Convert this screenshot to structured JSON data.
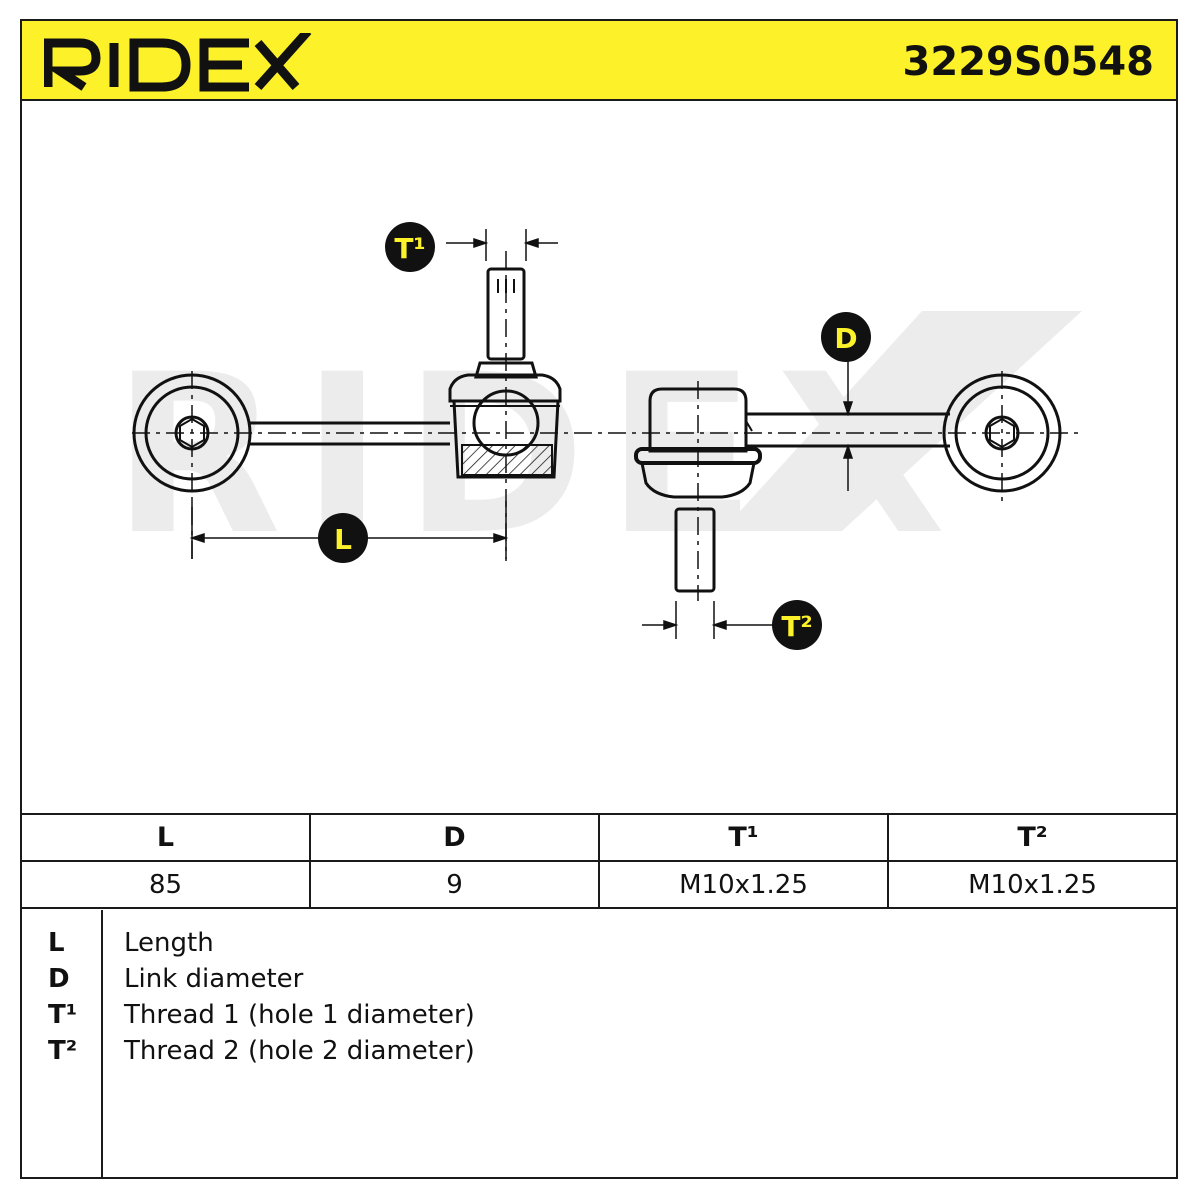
{
  "header": {
    "brand": "RIDEX",
    "part_number": "3229S0548"
  },
  "drawing": {
    "watermark": "RIDEX",
    "labels": {
      "t1": "T¹",
      "t2": "T²",
      "d": "D",
      "l": "L"
    }
  },
  "specs": {
    "headers": [
      "L",
      "D",
      "T¹",
      "T²"
    ],
    "values": [
      "85",
      "9",
      "M10x1.25",
      "M10x1.25"
    ]
  },
  "legend": [
    {
      "symbol": "L",
      "description": "Length"
    },
    {
      "symbol": "D",
      "description": "Link diameter"
    },
    {
      "symbol": "T¹",
      "description": "Thread 1 (hole 1 diameter)"
    },
    {
      "symbol": "T²",
      "description": "Thread 2 (hole 2 diameter)"
    }
  ],
  "colors": {
    "accent": "#fdf22a",
    "ink": "#111111",
    "watermark": "#ececec"
  }
}
